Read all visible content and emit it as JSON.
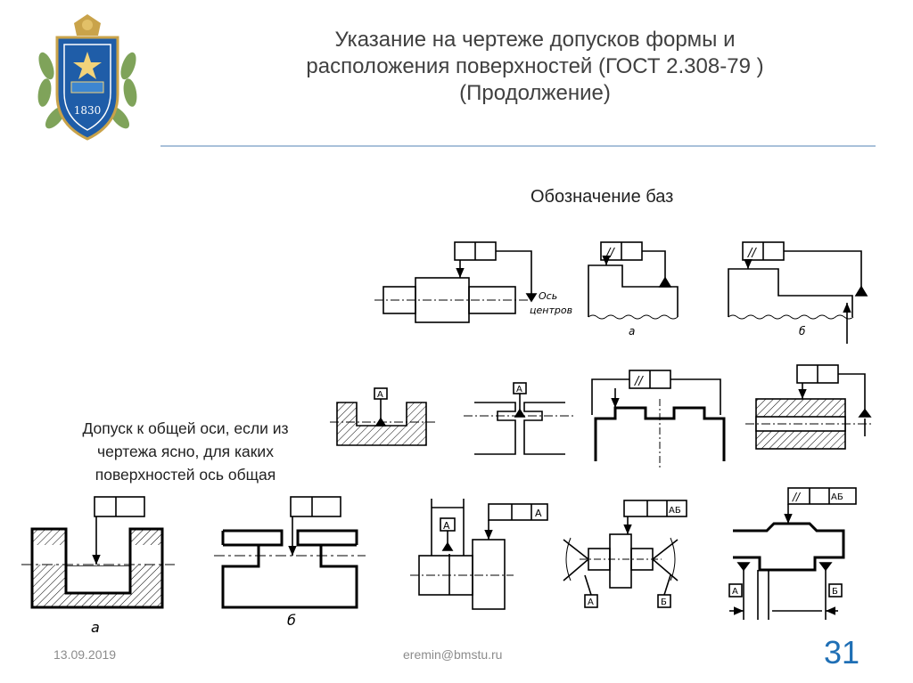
{
  "title": {
    "line1": "Указание на чертеже допусков формы и",
    "line2": "расположения поверхностей (ГОСТ 2.308-79 )",
    "line3": "(Продолжение)"
  },
  "logo": {
    "year": "1830"
  },
  "bases_heading": "Обозначение баз",
  "common_axis_note": {
    "line1": "Допуск к общей оси, если из",
    "line2": "чертежа ясно, для каких",
    "line3": "поверхностей ось общая"
  },
  "figures": {
    "axis_label_1": "Ось",
    "axis_label_2": "центров",
    "label_a": "а",
    "label_b": "б",
    "parallel_symbol": "//",
    "datum_A": "А",
    "datum_B": "Б",
    "datum_AB": "АБ"
  },
  "footer": {
    "date": "13.09.2019",
    "email": "eremin@bmstu.ru",
    "slide_number": "31"
  }
}
